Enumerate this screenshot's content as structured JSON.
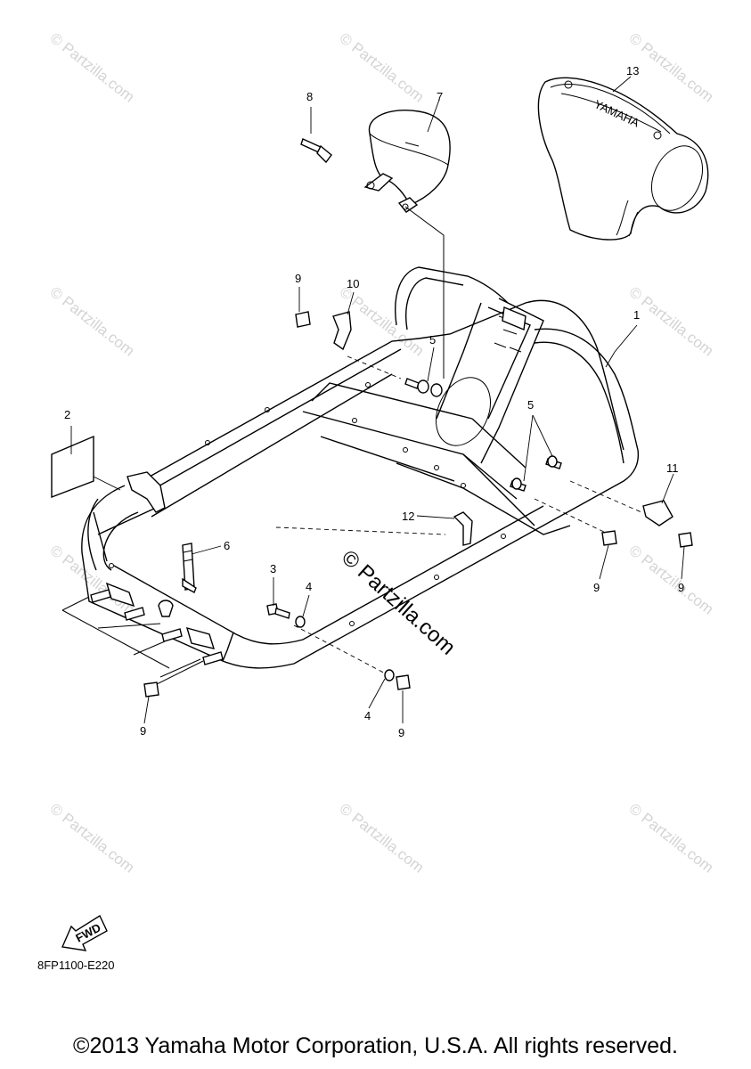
{
  "watermark": "© Partzilla.com",
  "center_watermark": "© Partzilla.com",
  "callouts": {
    "frame": "1",
    "label": "2",
    "bolt": "3",
    "washer_front": "4",
    "washer_rear": "4",
    "bolt_left": "5",
    "bolt_right": "5",
    "stopper": "6",
    "pad": "7",
    "rivet": "8",
    "nut_top": "9",
    "nut_bottom_left": "9",
    "nut_bottom_center": "9",
    "nut_right_1": "9",
    "nut_right_2": "9",
    "clip_left": "10",
    "clip_right": "11",
    "bracket": "12",
    "cover": "13"
  },
  "fwd_label": "FWD",
  "diagram_code": "8FP1100-E220",
  "copyright": "©2013 Yamaha Motor Corporation, U.S.A. All rights reserved."
}
